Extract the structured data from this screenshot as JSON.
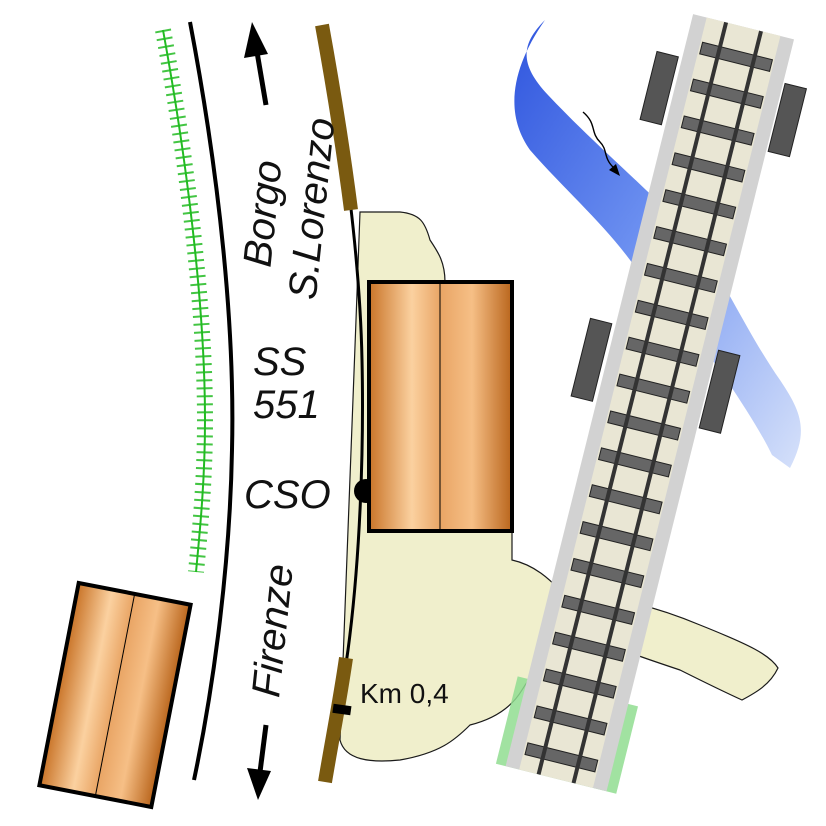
{
  "labels": {
    "north_direction": "Borgo S.Lorenzo",
    "north_line1": "Borgo",
    "north_line2": "S.Lorenzo",
    "road_line1": "SS",
    "road_line2": "551",
    "point_code": "CSO",
    "south_direction": "Firenze",
    "kilometer_marker": "Km 0,4"
  },
  "colors": {
    "road_line": "#000000",
    "vegetation": "#22bb22",
    "guardrail": "#7a5a10",
    "ground_area": "#f0efcc",
    "building_light": "#f7c38a",
    "building_dark": "#c56f22",
    "river_dark": "#3a5fe0",
    "river_light": "#a8c0f0",
    "railway_ballast": "#cfcfcf",
    "railway_sleeper": "#555555",
    "railway_grass": "#90dd90"
  },
  "icons": {
    "north_arrow": "arrow-up-icon",
    "south_arrow": "arrow-down-icon",
    "station_point": "filled-circle-icon",
    "river_flow": "wavy-arrow-icon"
  }
}
